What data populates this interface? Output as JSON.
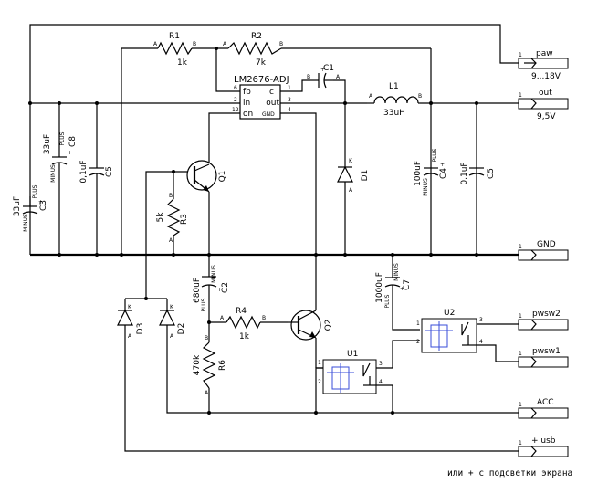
{
  "ic": {
    "regulator": "LM2676-ADJ",
    "pin_fb": "fb",
    "pin_in": "in",
    "pin_on": "on",
    "pin_out": "out",
    "pin_c": "c",
    "pin_gnd": "GND",
    "pin_6": "6",
    "pin_2": "2",
    "pin_12": "12",
    "pin_1": "1",
    "pin_3": "3",
    "pin_4": "4"
  },
  "resistors": {
    "r1": {
      "ref": "R1",
      "value": "1k"
    },
    "r2": {
      "ref": "R2",
      "value": "7k"
    },
    "r3": {
      "ref": "R3",
      "value": "5k"
    },
    "r4": {
      "ref": "R4",
      "value": "1k"
    },
    "r6": {
      "ref": "R6",
      "value": "470k"
    }
  },
  "capacitors": {
    "c1": {
      "ref": "C1",
      "value": ""
    },
    "c2": {
      "ref": "C2",
      "value": "680uF"
    },
    "c3": {
      "ref": "C3",
      "value": "33uF"
    },
    "c4": {
      "ref": "C4",
      "value": "100uF"
    },
    "c5a": {
      "ref": "C5",
      "value": "0,1uF"
    },
    "c5b": {
      "ref": "C5",
      "value": "0,1uF"
    },
    "c7": {
      "ref": "C7",
      "value": "1000uF"
    },
    "c8": {
      "ref": "C8",
      "value": "33uF"
    }
  },
  "inductor": {
    "ref": "L1",
    "value": "33uH"
  },
  "diodes": {
    "d1": "D1",
    "d2": "D2",
    "d3": "D3"
  },
  "transistors": {
    "q1": "Q1",
    "q2": "Q2"
  },
  "relays": {
    "u1": "U1",
    "u2": "U2"
  },
  "connectors": {
    "paw": {
      "name": "paw",
      "note": "9...18V"
    },
    "out": {
      "name": "out",
      "note": "9,5V"
    },
    "gnd": {
      "name": "GND"
    },
    "pwsw2": {
      "name": "pwsw2"
    },
    "pwsw1": {
      "name": "pwsw1"
    },
    "acc": {
      "name": "ACC"
    },
    "usb": {
      "name": "+ usb"
    }
  },
  "pins": {
    "a": "A",
    "b": "B",
    "k": "K",
    "one": "1",
    "two": "2",
    "three": "3",
    "four": "4",
    "plus": "PLUS",
    "minus": "MINUS",
    "plus_sign": "+"
  },
  "note": "или + с подсветки экрана"
}
